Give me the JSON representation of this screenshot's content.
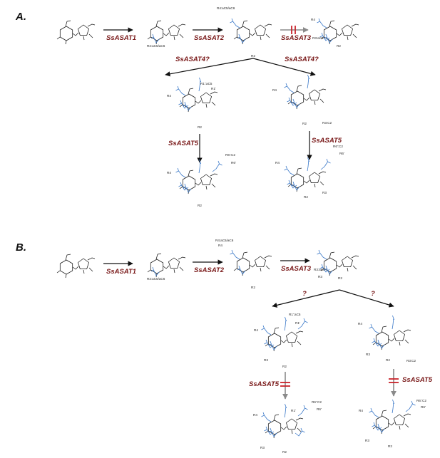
{
  "panels": [
    {
      "label": "A.",
      "row_enzymes": [
        "SsASAT1",
        "SsASAT2",
        "SsASAT3"
      ],
      "branch_enzymes": [
        "SsASAT4?",
        "SsASAT4?"
      ],
      "final_enzymes": [
        "SsASAT5",
        "SsASAT5"
      ],
      "row_labels": [
        [],
        [
          "R2:aC5/aC6"
        ],
        [
          "R4:aC5/aC6",
          "R2"
        ],
        [
          "R4",
          "R3:aC6",
          "R2"
        ]
      ],
      "middle_labels": [
        [
          "R1':aC5",
          "R1'",
          "R4",
          "R2"
        ],
        [
          "R4",
          "R2",
          "R3:C2"
        ]
      ],
      "final_labels": [
        [
          "R6':C2",
          "R6'",
          "R4",
          "R2"
        ],
        [
          "R6':C2",
          "R6'",
          "R4",
          "R2",
          "R3"
        ]
      ]
    },
    {
      "label": "B.",
      "row_enzymes": [
        "SsASAT1",
        "SsASAT2",
        "SsASAT3"
      ],
      "branch_enzymes": [
        "?",
        "?"
      ],
      "final_enzymes": [
        "SsASAT5",
        "SsASAT5"
      ],
      "row_labels": [
        [],
        [
          "R2:aC5/aC6"
        ],
        [
          "R4:aC5/aC6",
          "R4",
          "R2"
        ],
        [
          "R3:aC6",
          "R3",
          "R2"
        ]
      ],
      "middle_labels": [
        [
          "R1':aC5",
          "R1'",
          "R4",
          "R3",
          "R2"
        ],
        [
          "R4",
          "R3",
          "R2",
          "R3:C2"
        ]
      ],
      "final_labels": [
        [
          "R6':C2",
          "R6'",
          "R1'",
          "R4",
          "R3",
          "R2"
        ],
        [
          "R6':C2",
          "R6'",
          "R4",
          "R3",
          "R2"
        ]
      ]
    }
  ],
  "colors": {
    "enzyme": "#7a1a1a",
    "acyl": "#3a78c8",
    "block": "#c8232a",
    "bond": "#1a1a1a"
  },
  "icons": {
    "blocked_step": "double-bar-block-icon"
  }
}
